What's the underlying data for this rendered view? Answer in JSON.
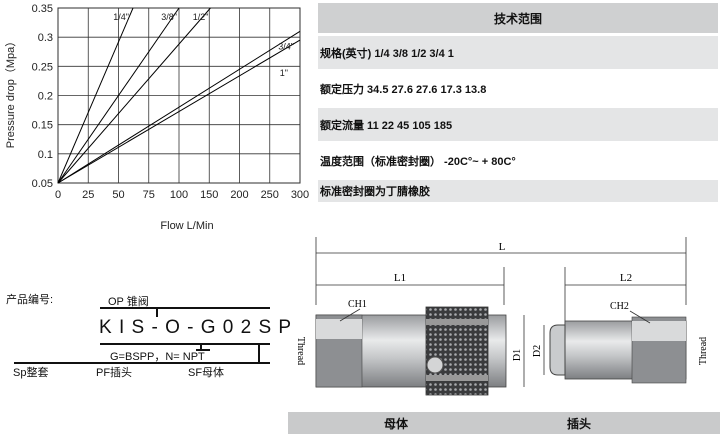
{
  "chart_data": {
    "type": "line",
    "xlabel": "Flow L/Min",
    "ylabel": "Pressure drop（Mpa）",
    "xlim": [
      0,
      300
    ],
    "ylim": [
      0.05,
      0.35
    ],
    "xticks": [
      "0",
      "25",
      "50",
      "75",
      "100",
      "150",
      "200",
      "250",
      "300"
    ],
    "yticks": [
      "0.35",
      "0.3",
      "0.25",
      "0.2",
      "0.15",
      "0.1",
      "0.05"
    ],
    "grid": true,
    "series": [
      {
        "name": "1/4\"",
        "x": [
          0,
          62
        ],
        "y": [
          0.05,
          0.35
        ]
      },
      {
        "name": "3/8\"",
        "x": [
          0,
          100
        ],
        "y": [
          0.05,
          0.35
        ]
      },
      {
        "name": "1/2\"",
        "x": [
          0,
          152
        ],
        "y": [
          0.05,
          0.35
        ]
      },
      {
        "name": "3/4\"",
        "x": [
          0,
          300
        ],
        "y": [
          0.05,
          0.31
        ]
      },
      {
        "name": "1\"",
        "x": [
          0,
          300
        ],
        "y": [
          0.05,
          0.295
        ]
      }
    ]
  },
  "spec": {
    "title": "技术范围",
    "rows": [
      "规格(英寸) 1/4 3/8 1/2 3/4 1",
      "额定压力 34.5 27.6 27.6 17.3 13.8",
      "额定流量 11 22 45 105 185",
      "温度范围（标准密封圈） -20C°~ + 80C°",
      "标准密封圈为丁腈橡胶"
    ]
  },
  "code": {
    "label": "产品编号:",
    "op": "OP 锥阀",
    "model": "K I S - O - G 0 2  S P",
    "thread": "G=BSPP，N= NPT",
    "sp": "Sp整套",
    "pf": "PF插头",
    "sf": "SF母体"
  },
  "drawing": {
    "L": "L",
    "L1": "L1",
    "L2": "L2",
    "CH1": "CH1",
    "CH2": "CH2",
    "D1": "D1",
    "D2": "D2",
    "thread_left": "Thread",
    "thread_right": "Thread"
  },
  "caption": {
    "female": "母体",
    "male": "插头"
  }
}
